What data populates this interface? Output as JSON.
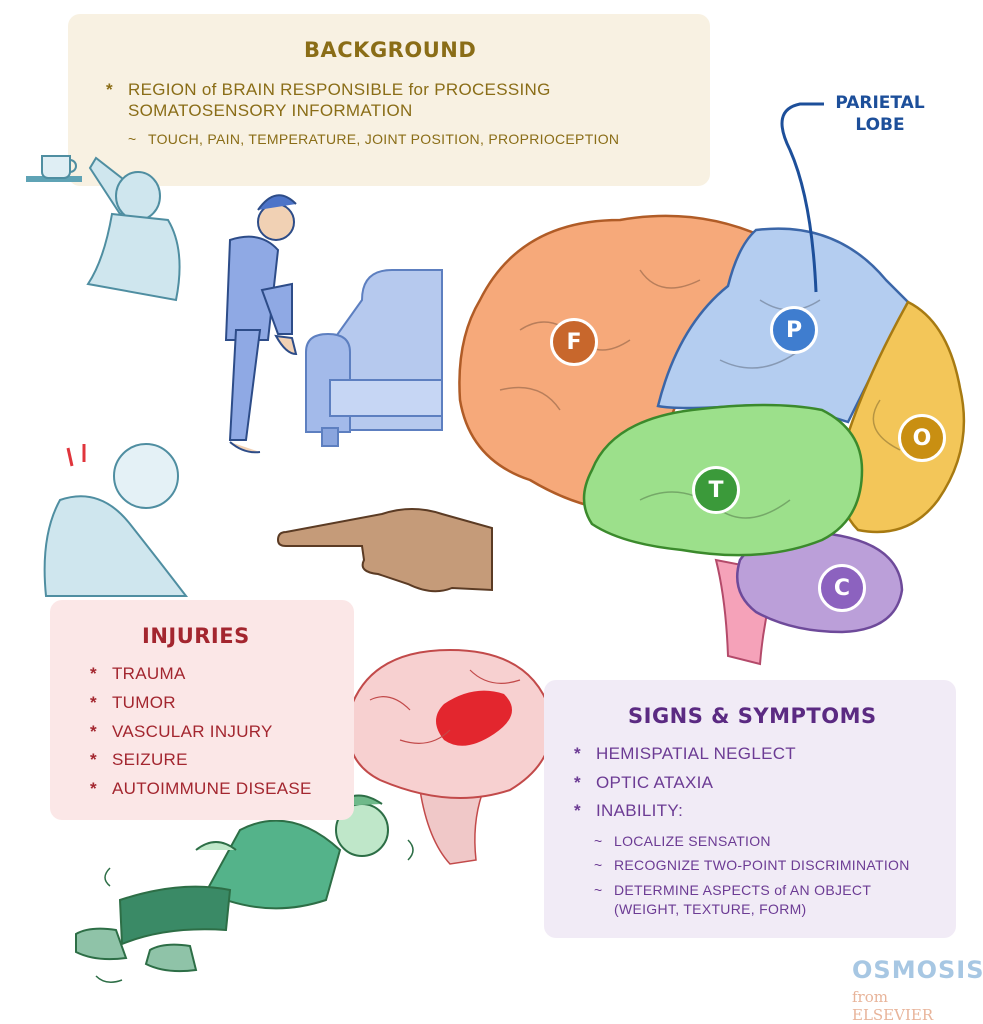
{
  "background": {
    "title": "BACKGROUND",
    "bullet_line1": "REGION of BRAIN RESPONSIBLE for PROCESSING",
    "bullet_line2": "SOMATOSENSORY INFORMATION",
    "sub": "TOUCH, PAIN, TEMPERATURE, JOINT POSITION, PROPRIOCEPTION"
  },
  "brain": {
    "parietal_label_line1": "PARIETAL",
    "parietal_label_line2": "LOBE",
    "lobes": {
      "frontal": "F",
      "parietal": "P",
      "temporal": "T",
      "occipital": "O",
      "cerebellum": "C"
    },
    "colors": {
      "frontal": "#f6a97a",
      "parietal": "#b4cdf0",
      "temporal": "#9ce08b",
      "occipital": "#f3c659",
      "cerebellum": "#bb9fd9",
      "stem": "#f5a2b9"
    }
  },
  "injuries": {
    "title": "INJURIES",
    "items": [
      "TRAUMA",
      "TUMOR",
      "VASCULAR INJURY",
      "SEIZURE",
      "AUTOIMMUNE DISEASE"
    ]
  },
  "signs": {
    "title": "SIGNS & SYMPTOMS",
    "items": [
      "HEMISPATIAL NEGLECT",
      "OPTIC ATAXIA",
      "INABILITY:"
    ],
    "sub_items": [
      "LOCALIZE SENSATION",
      "RECOGNIZE TWO-POINT DISCRIMINATION",
      "DETERMINE ASPECTS of AN OBJECT",
      "(WEIGHT, TEXTURE, FORM)"
    ]
  },
  "logo": {
    "word": "OSMOSIS",
    "sub": "from ELSEVIER"
  }
}
